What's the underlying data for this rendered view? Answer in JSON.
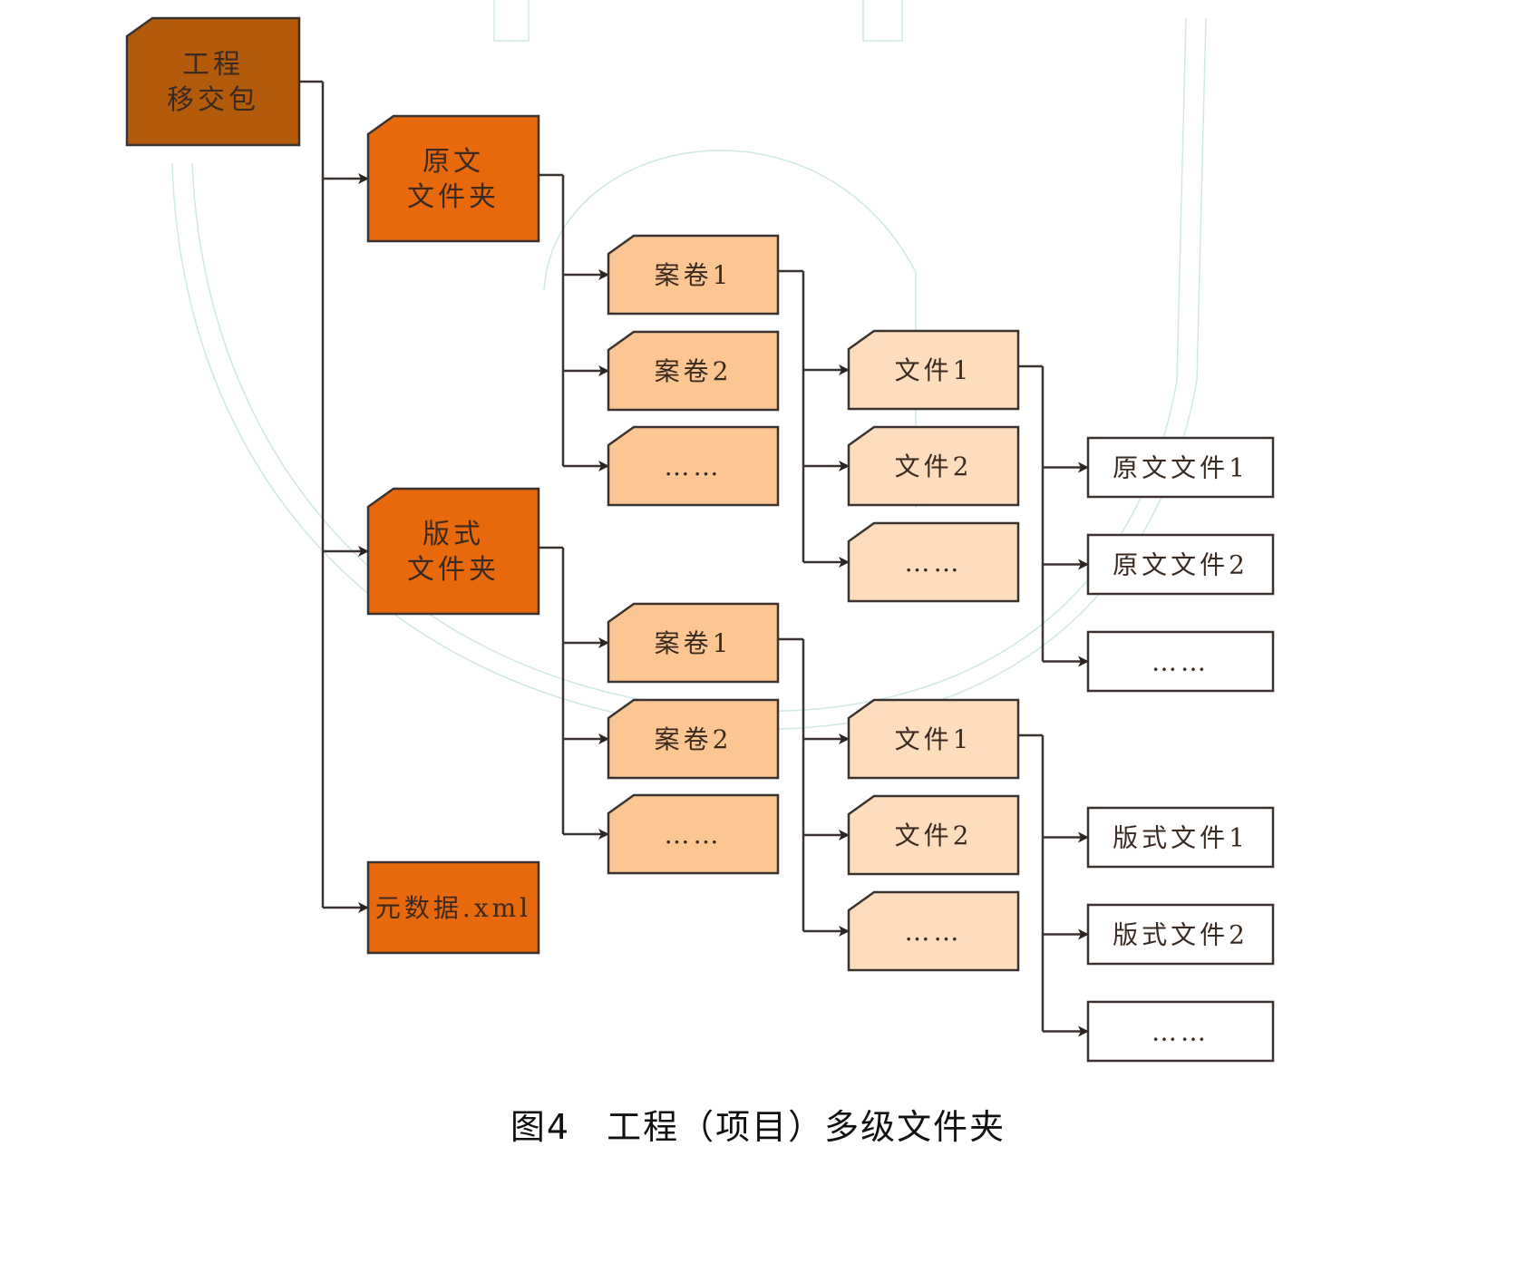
{
  "figure": {
    "caption": "图4　工程（项目）多级文件夹"
  },
  "colors": {
    "root": "#B35A0B",
    "folder": "#E8690B",
    "volume": "#FCC693",
    "file": "#FDDDBC",
    "leaf": "#FFFFFF",
    "stroke": "#3b3330"
  },
  "tree": {
    "root": {
      "id": "root",
      "lines": [
        "工程",
        "移交包"
      ],
      "level": "root"
    },
    "nodes": [
      {
        "id": "orig-folder",
        "lines": [
          "原文",
          "文件夹"
        ],
        "level": "folder",
        "parent": "root"
      },
      {
        "id": "fmt-folder",
        "lines": [
          "版式",
          "文件夹"
        ],
        "level": "folder",
        "parent": "root"
      },
      {
        "id": "metadata",
        "lines": [
          "元数据.xml"
        ],
        "level": "folder-flat",
        "parent": "root"
      },
      {
        "id": "orig-vol1",
        "lines": [
          "案卷1"
        ],
        "level": "volume",
        "parent": "orig-folder"
      },
      {
        "id": "orig-vol2",
        "lines": [
          "案卷2"
        ],
        "level": "volume",
        "parent": "orig-folder"
      },
      {
        "id": "orig-vol-more",
        "lines": [
          "……"
        ],
        "level": "volume",
        "parent": "orig-folder"
      },
      {
        "id": "orig-file1",
        "lines": [
          "文件1"
        ],
        "level": "file",
        "parent": "orig-vol1"
      },
      {
        "id": "orig-file2",
        "lines": [
          "文件2"
        ],
        "level": "file",
        "parent": "orig-vol1"
      },
      {
        "id": "orig-file-more",
        "lines": [
          "……"
        ],
        "level": "file",
        "parent": "orig-vol1"
      },
      {
        "id": "orig-doc1",
        "lines": [
          "原文文件1"
        ],
        "level": "leaf",
        "parent": "orig-file1"
      },
      {
        "id": "orig-doc2",
        "lines": [
          "原文文件2"
        ],
        "level": "leaf",
        "parent": "orig-file1"
      },
      {
        "id": "orig-doc-more",
        "lines": [
          "……"
        ],
        "level": "leaf",
        "parent": "orig-file1"
      },
      {
        "id": "fmt-vol1",
        "lines": [
          "案卷1"
        ],
        "level": "volume",
        "parent": "fmt-folder"
      },
      {
        "id": "fmt-vol2",
        "lines": [
          "案卷2"
        ],
        "level": "volume",
        "parent": "fmt-folder"
      },
      {
        "id": "fmt-vol-more",
        "lines": [
          "……"
        ],
        "level": "volume",
        "parent": "fmt-folder"
      },
      {
        "id": "fmt-file1",
        "lines": [
          "文件1"
        ],
        "level": "file",
        "parent": "fmt-vol1"
      },
      {
        "id": "fmt-file2",
        "lines": [
          "文件2"
        ],
        "level": "file",
        "parent": "fmt-vol1"
      },
      {
        "id": "fmt-file-more",
        "lines": [
          "……"
        ],
        "level": "file",
        "parent": "fmt-vol1"
      },
      {
        "id": "fmt-doc1",
        "lines": [
          "版式文件1"
        ],
        "level": "leaf",
        "parent": "fmt-file1"
      },
      {
        "id": "fmt-doc2",
        "lines": [
          "版式文件2"
        ],
        "level": "leaf",
        "parent": "fmt-file1"
      },
      {
        "id": "fmt-doc-more",
        "lines": [
          "……"
        ],
        "level": "leaf",
        "parent": "fmt-file1"
      }
    ]
  }
}
